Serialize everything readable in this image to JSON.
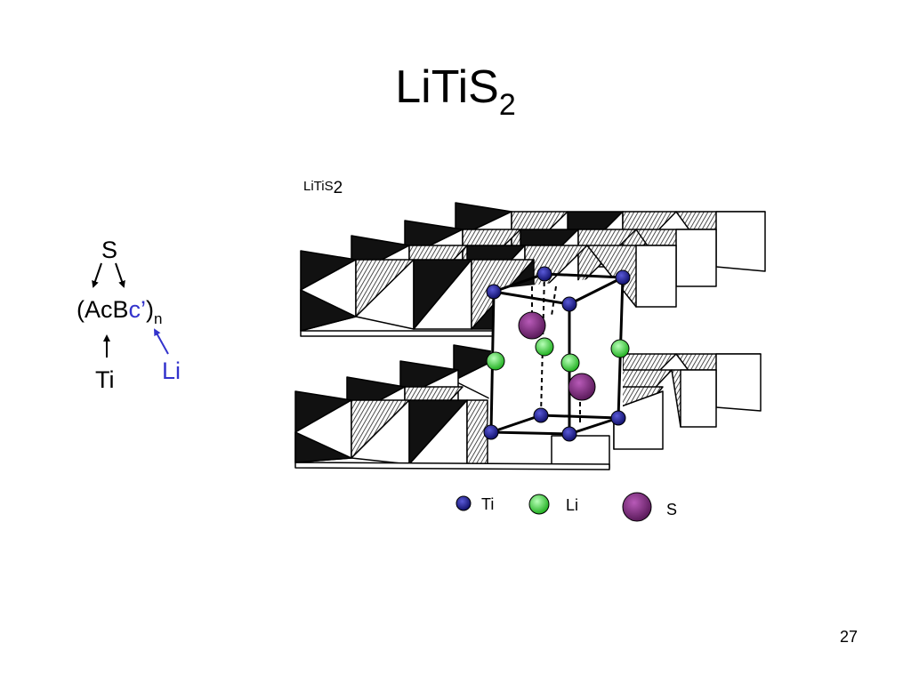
{
  "slide": {
    "title_main": "LiTiS",
    "title_sub": "2",
    "page_number": "27"
  },
  "scheme": {
    "top": "S",
    "seq_open": "(AcB",
    "seq_c": "c’",
    "seq_close": ")",
    "seq_sub": "n",
    "bottom": "Ti",
    "li": "Li"
  },
  "figure": {
    "label_main": "LiTiS",
    "label_sub": "2",
    "legend": [
      {
        "name": "Ti",
        "color": "#1a1a8c",
        "icon": "ti-atom-icon"
      },
      {
        "name": "Li",
        "color": "#3ddc3d",
        "icon": "li-atom-icon"
      },
      {
        "name": "S",
        "color": "#7a2a7a",
        "icon": "s-atom-icon"
      }
    ]
  }
}
